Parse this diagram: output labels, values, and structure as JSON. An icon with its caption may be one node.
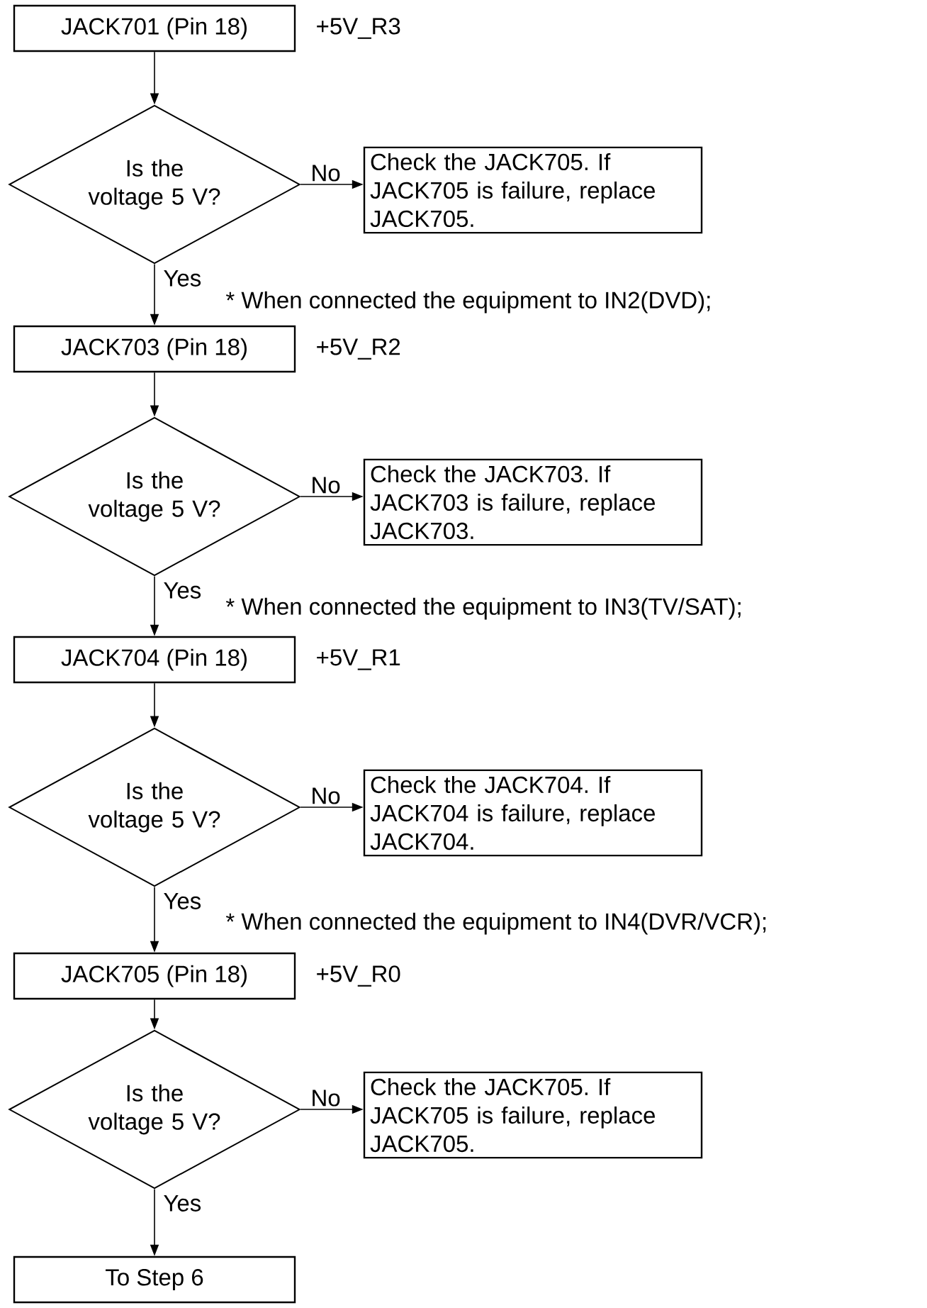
{
  "diagram": {
    "nodes": [
      {
        "text": [
          "JACK701 (Pin 18)"
        ],
        "beside": [
          "+5V_R3"
        ]
      },
      {
        "text": [
          "Is the voltage 5 V?"
        ]
      },
      {
        "text": [
          "Check the JACK705. If JACK705 is failure, replace JACK705."
        ]
      },
      {
        "text": [
          "JACK703 (Pin 18)"
        ],
        "beside": [
          "+5V_R2"
        ]
      },
      {
        "text": [
          "Is the voltage 5 V?"
        ]
      },
      {
        "text": [
          "Check the JACK703. If JACK703 is failure, replace JACK703."
        ]
      },
      {
        "text": [
          "JACK704 (Pin 18)"
        ],
        "beside": [
          "+5V_R1"
        ]
      },
      {
        "text": [
          "Is the voltage 5 V?"
        ]
      },
      {
        "text": [
          "Check the JACK704. If JACK704 is failure, replace JACK704."
        ]
      },
      {
        "text": [
          "JACK705 (Pin 18)"
        ],
        "beside": [
          "+5V_R0"
        ]
      },
      {
        "text": [
          "Is the voltage 5 V?"
        ]
      },
      {
        "text": [
          "Check the JACK705. If JACK705 is failure, replace JACK705."
        ]
      },
      {
        "text": [
          "To Step 6"
        ]
      }
    ],
    "edges": [
      {
        "from": 0,
        "to": 1,
        "arrow": "to"
      },
      {
        "from": 1,
        "to": 2,
        "arrow": "to",
        "label": "No"
      },
      {
        "from": 1,
        "to": 3,
        "arrow": "to",
        "label": "Yes"
      },
      {
        "from": 3,
        "to": 4,
        "arrow": "to"
      },
      {
        "from": 4,
        "to": 5,
        "arrow": "to",
        "label": "No"
      },
      {
        "from": 4,
        "to": 6,
        "arrow": "to",
        "label": "Yes"
      },
      {
        "from": 6,
        "to": 7,
        "arrow": "to"
      },
      {
        "from": 7,
        "to": 8,
        "arrow": "to",
        "label": "No"
      },
      {
        "from": 7,
        "to": 9,
        "arrow": "to",
        "label": "Yes"
      },
      {
        "from": 9,
        "to": 10,
        "arrow": "to"
      },
      {
        "from": 10,
        "to": 11,
        "arrow": "to",
        "label": "No"
      },
      {
        "from": 10,
        "to": 12,
        "arrow": "to",
        "label": "Yes"
      }
    ],
    "labels": [
      "* When connected the equipment to IN2(DVD);",
      "* When connected the equipment to IN3(TV/SAT);",
      "* When connected the equipment to IN4(DVR/VCR);"
    ]
  }
}
